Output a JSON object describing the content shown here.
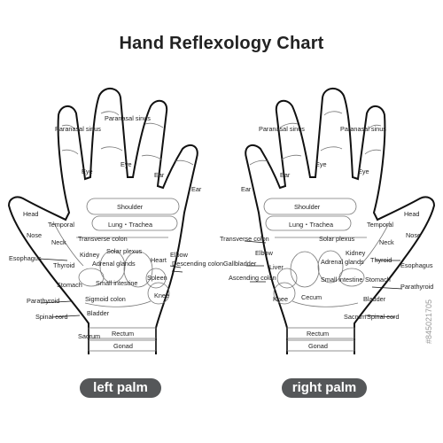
{
  "title": "Hand Reflexology Chart",
  "captions": {
    "left": "left palm",
    "right": "right palm"
  },
  "image_id_text": "#845021705",
  "left_hand": {
    "paranasal_sinus_1": "Paranasal sinus",
    "paranasal_sinus_2": "Paranasal sinus",
    "eye_1": "Eye",
    "eye_2": "Eye",
    "ear_1": "Ear",
    "ear_2": "Ear",
    "head": "Head",
    "temporal": "Temporal",
    "shoulder": "Shoulder",
    "lung_trachea": "Lung・Trachea",
    "nose": "Nose",
    "neck": "Neck",
    "transverse_colon": "Transverse colon",
    "esophagus": "Esophagus",
    "thyroid": "Thyroid",
    "kidney": "Kidney",
    "solar_plexus": "Solar plexus",
    "heart": "Heart",
    "elbow": "Elbow",
    "adrenal_glands": "Adrenal glands",
    "descending_colon": "Descending colon",
    "stomach": "Stomach",
    "small_intestine": "Small intestine",
    "spleen": "Spleen",
    "parathyroid": "Parathyroid",
    "sigmoid_colon": "Sigmoid colon",
    "knee": "Knee",
    "spinal_cord": "Spinal cord",
    "bladder": "Bladder",
    "sacrum": "Sacrum",
    "rectum": "Rectum",
    "gonad": "Gonad"
  },
  "right_hand": {
    "paranasal_sinus_1": "Paranasal sinus",
    "paranasal_sinus_2": "Paranasal sinus",
    "eye_1": "Eye",
    "eye_2": "Eye",
    "ear_1": "Ear",
    "ear_2": "Ear",
    "shoulder": "Shoulder",
    "lung_trachea": "Lung・Trachea",
    "temporal": "Temporal",
    "head": "Head",
    "transverse_colon": "Transverse colon",
    "solar_plexus": "Solar plexus",
    "neck": "Neck",
    "nose": "Nose",
    "gallbladder": "Gallbladder",
    "elbow": "Elbow",
    "liver": "Liver",
    "adrenal_glands": "Adrenal glands",
    "kidney": "Kidney",
    "thyroid": "Thyroid",
    "esophagus": "Esophagus",
    "ascending_colon": "Ascending colon",
    "small_intestine": "Small intestine",
    "stomach": "Stomach",
    "parathyroid": "Parathyroid",
    "knee": "Knee",
    "cecum": "Cecum",
    "bladder": "Bladder",
    "sacrum": "Sacrum",
    "spinal_cord": "Spinal cord",
    "rectum": "Rectum",
    "gonad": "Gonad"
  }
}
